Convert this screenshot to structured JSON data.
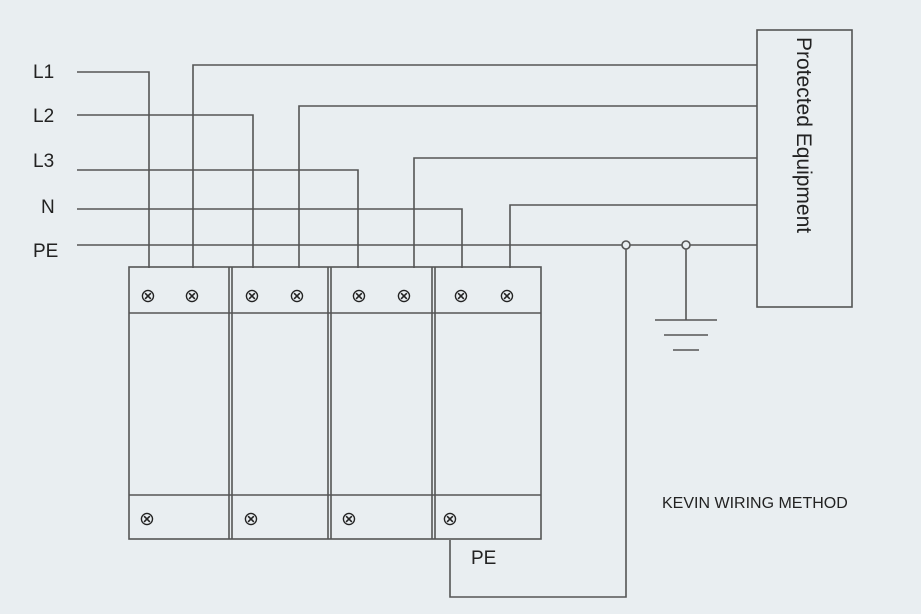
{
  "lines": [
    {
      "id": "l1",
      "label": "L1"
    },
    {
      "id": "l2",
      "label": "L2"
    },
    {
      "id": "l3",
      "label": "L3"
    },
    {
      "id": "n",
      "label": "N"
    },
    {
      "id": "pe",
      "label": "PE"
    }
  ],
  "equipment_label": "Protected Equipment",
  "method_caption": "KEVIN WIRING METHOD",
  "bottom_pe_label": "PE",
  "terminal_glyph": "⊗"
}
